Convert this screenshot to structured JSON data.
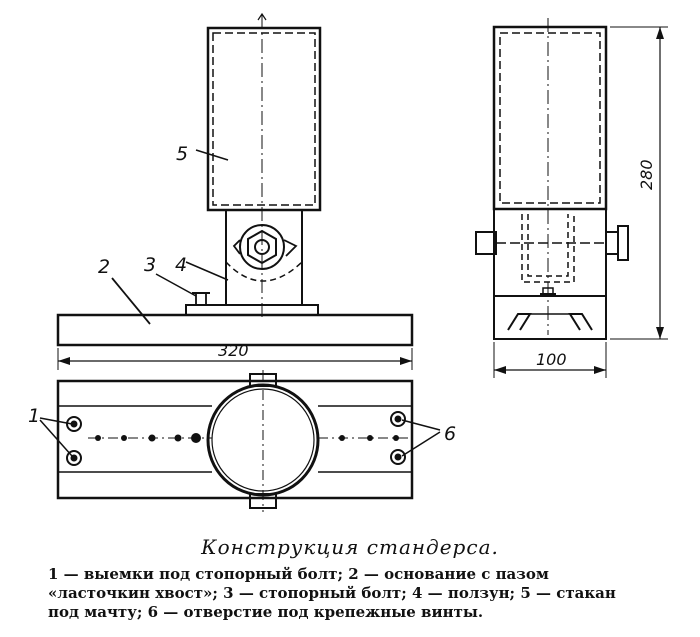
{
  "labels": {
    "n1": "1",
    "n2": "2",
    "n3": "3",
    "n4": "4",
    "n5": "5",
    "n6": "6"
  },
  "dimensions": {
    "base_length": "320",
    "height": "280",
    "width": "100"
  },
  "caption": {
    "title": "Конструкция стандерса.",
    "legend_lines": [
      "1 — выемки под стопорный болт; 2 — основание с пазом",
      "«ласточкин хвост»; 3 — стопорный болт; 4 — ползун; 5 — стакан",
      "под мачту; 6 — отверстие под крепежные винты."
    ]
  }
}
